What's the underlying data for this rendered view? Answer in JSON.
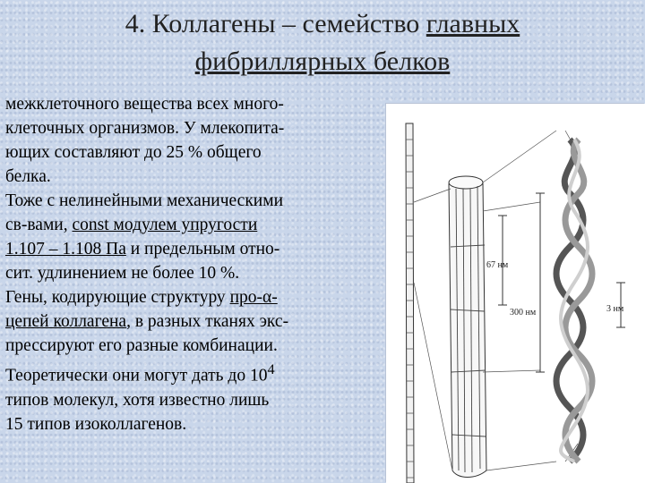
{
  "title": {
    "line1_pre": "4. Коллагены – семейство ",
    "line1_underlined": "главных",
    "line2_underlined": "фибриллярных белков"
  },
  "body": {
    "l1": "межклеточного вещества всех много-",
    "l2": "клеточных организмов. У млекопита-",
    "l3": "ющих составляют до 25 % общего",
    "l4": "белка.",
    "l5": "Тоже с нелинейными механическими",
    "l6_pre": "св-вами, ",
    "l6_u": "const модулем упругости",
    "l7_u": "1.107 – 1.108 Па",
    "l7_post": " и предельным отно-",
    "l8": "сит. удлинением не более 10 %.",
    "l9_pre": "Гены, кодирующие структуру ",
    "l9_u": "про-α-",
    "l10_u": "цепей коллагена",
    "l10_post": ", в разных тканях экс-",
    "l11": "прессируют его разные комбинации.",
    "l12_pre": "Теоретически они могут дать до 10",
    "l12_sup": "4",
    "l13": "типов молекул, хотя известно лишь",
    "l14": "15 типов изоколлагенов."
  },
  "figure": {
    "label_67": "67 нм",
    "label_300": "300 нм",
    "label_3": "3 нм"
  }
}
